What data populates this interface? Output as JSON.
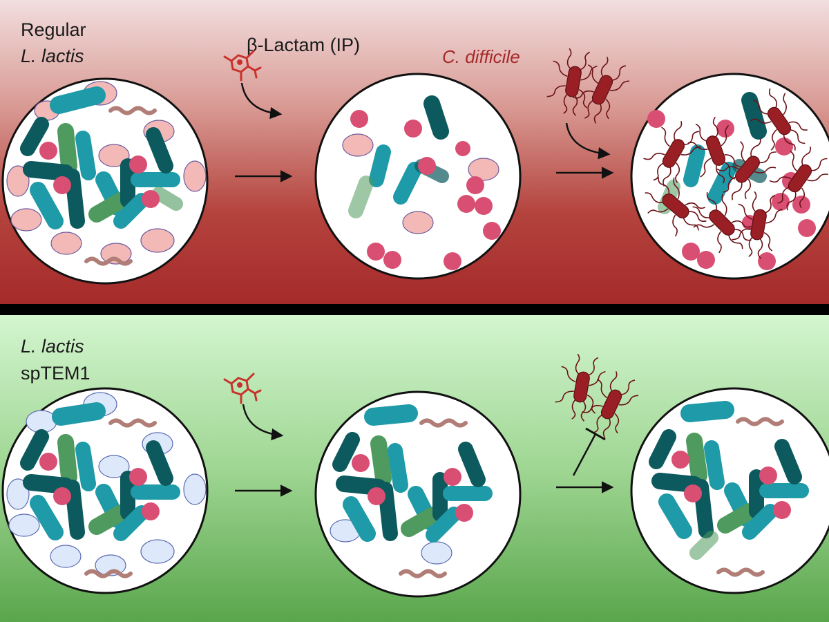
{
  "top_panel": {
    "label_line1": "Regular",
    "label_line2": "L. lactis",
    "drug_label": "β-Lactam (IP)",
    "pathogen_label": "C. difficile"
  },
  "bottom_panel": {
    "label_line1": "L. lactis",
    "label_line2": "spTEM1"
  },
  "colors": {
    "top_bg_light": "#f1dede",
    "top_bg_dark": "#a52a2a",
    "bottom_bg_light": "#d3f5cf",
    "bottom_bg_dark": "#5aa64c",
    "divider": "#000000",
    "teal_rod": "#1e9aa8",
    "dark_teal_rod": "#0c5a5e",
    "green_rod": "#4f9a5e",
    "pink_coccus": "#d94f73",
    "lactis_regular": "#f2b9b6",
    "lactis_tem1": "#dde9fb",
    "cdiff": "#9a1f24",
    "drug": "#c8322c"
  },
  "icons": [
    "beta-lactam-molecule-icon",
    "c-difficile-icon",
    "arrow-icon",
    "inhibition-icon"
  ]
}
